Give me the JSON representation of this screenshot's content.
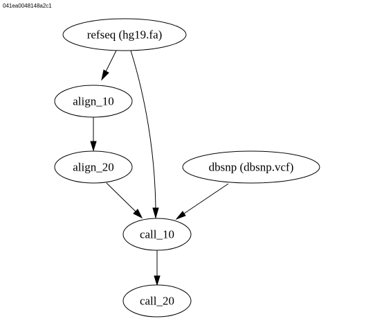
{
  "graph": {
    "id_label": "041ea0048148a2c1",
    "nodes": [
      {
        "id": "refseq",
        "label": "refseq (hg19.fa)"
      },
      {
        "id": "align_10",
        "label": "align_10"
      },
      {
        "id": "align_20",
        "label": "align_20"
      },
      {
        "id": "dbsnp",
        "label": "dbsnp (dbsnp.vcf)"
      },
      {
        "id": "call_10",
        "label": "call_10"
      },
      {
        "id": "call_20",
        "label": "call_20"
      }
    ],
    "edges": [
      {
        "from": "refseq",
        "to": "align_10"
      },
      {
        "from": "refseq",
        "to": "call_10"
      },
      {
        "from": "align_10",
        "to": "align_20"
      },
      {
        "from": "align_20",
        "to": "call_10"
      },
      {
        "from": "dbsnp",
        "to": "call_10"
      },
      {
        "from": "call_10",
        "to": "call_20"
      }
    ]
  }
}
